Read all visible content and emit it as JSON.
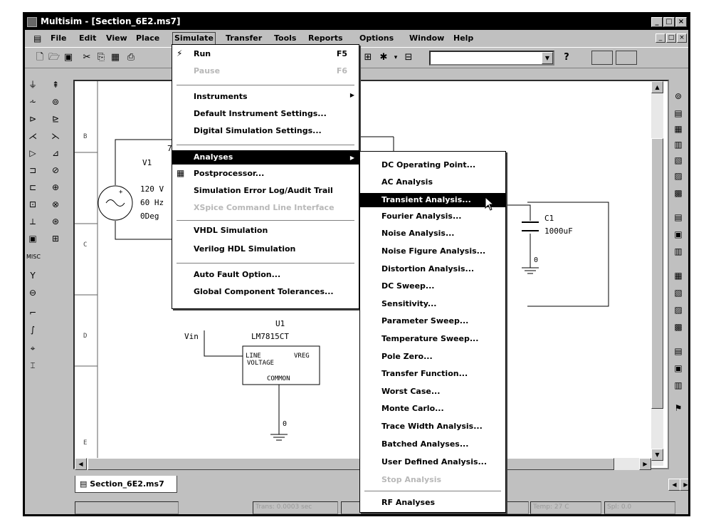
{
  "window": {
    "title": "Multisim - [Section_6E2.ms7]",
    "min_label": "_",
    "max_label": "□",
    "close_label": "×"
  },
  "menubar": {
    "items": [
      "File",
      "Edit",
      "View",
      "Place",
      "Simulate",
      "Transfer",
      "Tools",
      "Reports",
      "Options",
      "Window",
      "Help"
    ],
    "active": "Simulate",
    "mdi_buttons": [
      "_",
      "□",
      "×"
    ]
  },
  "toolbar": {
    "help_glyph": "?"
  },
  "simulate_menu": {
    "items": [
      {
        "label": "Run",
        "shortcut": "F5",
        "icon": "lightning-icon",
        "disabled": false
      },
      {
        "label": "Pause",
        "shortcut": "F6",
        "disabled": true
      },
      {
        "label": "Instruments",
        "submenu": true,
        "disabled": false
      },
      {
        "label": "Default Instrument Settings...",
        "disabled": false
      },
      {
        "label": "Digital Simulation Settings...",
        "disabled": false
      },
      {
        "label": "Analyses",
        "submenu": true,
        "highlighted": true,
        "disabled": false
      },
      {
        "label": "Postprocessor...",
        "icon": "postprocessor-icon",
        "disabled": false
      },
      {
        "label": "Simulation Error Log/Audit Trail",
        "disabled": false
      },
      {
        "label": "XSpice Command Line Interface",
        "disabled": true
      },
      {
        "label": "VHDL Simulation",
        "disabled": false
      },
      {
        "label": "Verilog HDL Simulation",
        "disabled": false
      },
      {
        "label": "Auto Fault Option...",
        "disabled": false
      },
      {
        "label": "Global Component Tolerances...",
        "disabled": false
      }
    ]
  },
  "analyses_menu": {
    "items": [
      {
        "label": "DC Operating Point...",
        "disabled": false
      },
      {
        "label": "AC Analysis",
        "disabled": false
      },
      {
        "label": "Transient Analysis...",
        "highlighted": true,
        "disabled": false
      },
      {
        "label": "Fourier Analysis...",
        "disabled": false
      },
      {
        "label": "Noise Analysis...",
        "disabled": false
      },
      {
        "label": "Noise Figure Analysis...",
        "disabled": false
      },
      {
        "label": "Distortion Analysis...",
        "disabled": false
      },
      {
        "label": "DC Sweep...",
        "disabled": false
      },
      {
        "label": "Sensitivity...",
        "disabled": false
      },
      {
        "label": "Parameter Sweep...",
        "disabled": false
      },
      {
        "label": "Temperature Sweep...",
        "disabled": false
      },
      {
        "label": "Pole Zero...",
        "disabled": false
      },
      {
        "label": "Transfer Function...",
        "disabled": false
      },
      {
        "label": "Worst Case...",
        "disabled": false
      },
      {
        "label": "Monte Carlo...",
        "disabled": false
      },
      {
        "label": "Trace Width Analysis...",
        "disabled": false
      },
      {
        "label": "Batched Analyses...",
        "disabled": false
      },
      {
        "label": "User Defined Analysis...",
        "disabled": false
      },
      {
        "label": "Stop Analysis",
        "disabled": true
      },
      {
        "label": "RF Analyses",
        "disabled": false
      }
    ]
  },
  "schematic": {
    "border_rows": [
      "B",
      "C",
      "D",
      "E"
    ],
    "v1": {
      "ref": "V1",
      "line1": "120 V",
      "line2": "60 Hz",
      "line3": "0Deg"
    },
    "u1": {
      "ref": "U1",
      "part": "LM7815CT",
      "pin_line": "LINE",
      "pin_vreg": "VREG",
      "pin_voltage": "VOLTAGE",
      "pin_common": "COMMON"
    },
    "net_vin": "Vin",
    "c1": {
      "ref": "C1",
      "value": "1000uF"
    },
    "ground_label": "0",
    "node_label": "7"
  },
  "tabs": {
    "active": "Section_6E2.ms7"
  },
  "statusbar": {
    "cells": [
      "",
      "Trans: 0.0003 sec",
      "",
      "",
      "Temp: 27 C",
      "Spl: 0.0"
    ]
  },
  "colors": {
    "highlight": "#000000",
    "disabled": "#b8b8b8",
    "chrome": "#c0c0c0"
  }
}
